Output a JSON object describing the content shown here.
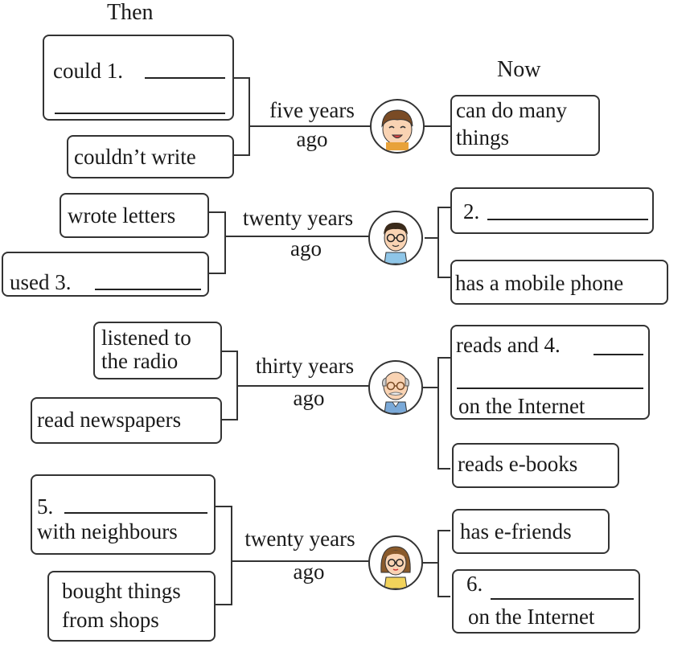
{
  "headers": {
    "then": "Then",
    "now": "Now"
  },
  "rows": [
    {
      "time_line1": "five years",
      "time_line2": "ago",
      "avatar": "boy-face-icon",
      "then": [
        "could 1.",
        "couldn’t write"
      ],
      "now": [
        "can do many",
        "things"
      ]
    },
    {
      "time_line1": "twenty years",
      "time_line2": "ago",
      "avatar": "young-man-glasses-face-icon",
      "then": [
        "wrote letters",
        "used 3."
      ],
      "now": [
        "2.",
        "has a mobile phone"
      ]
    },
    {
      "time_line1": "thirty years",
      "time_line2": "ago",
      "avatar": "grandfather-face-icon",
      "then": [
        "listened to",
        "the radio",
        "read newspapers"
      ],
      "now": [
        "reads and 4.",
        "on the Internet",
        "reads e-books"
      ]
    },
    {
      "time_line1": "twenty years",
      "time_line2": "ago",
      "avatar": "woman-glasses-face-icon",
      "then": [
        "5.",
        "with neighbours",
        "bought things",
        "from shops"
      ],
      "now": [
        "has e-friends",
        "6.",
        "on the Internet"
      ]
    }
  ]
}
